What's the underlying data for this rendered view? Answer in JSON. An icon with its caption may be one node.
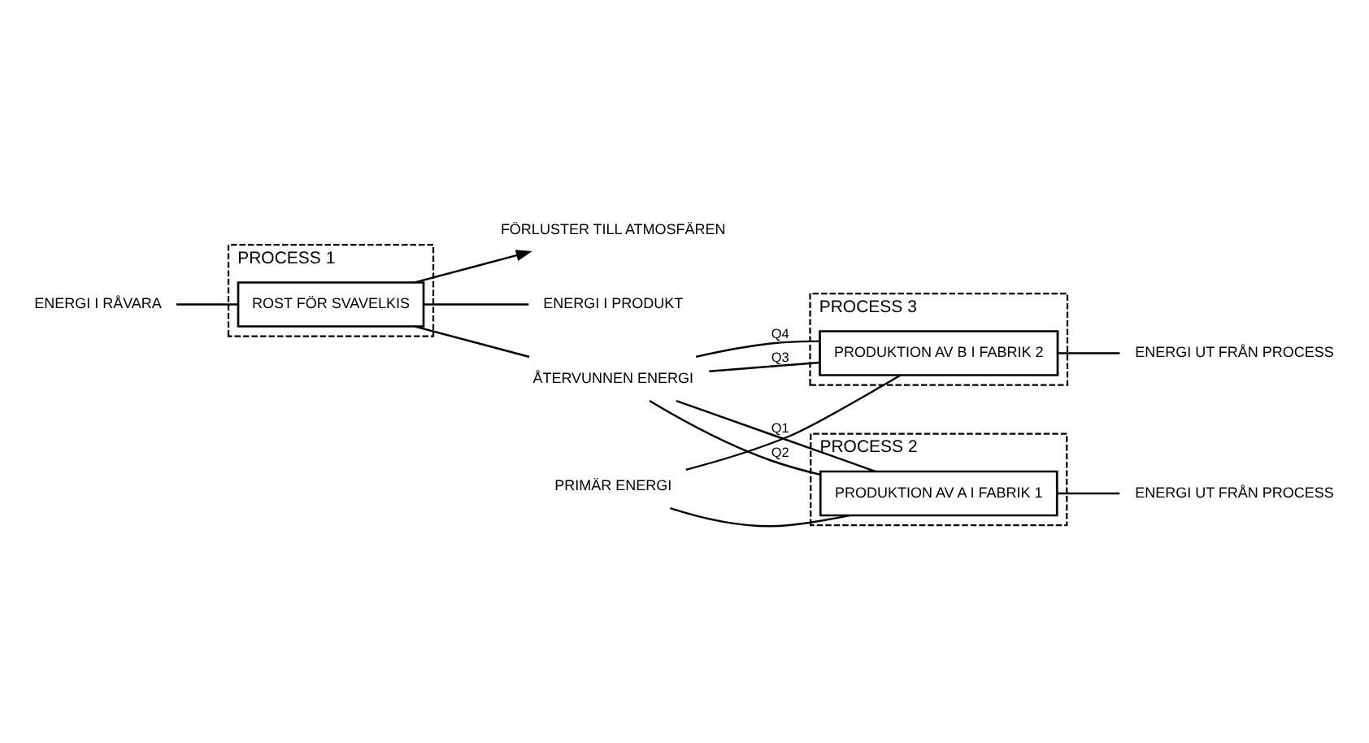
{
  "diagram": {
    "nodes": [
      {
        "text": [
          "PROCESS 1"
        ]
      },
      {
        "text": [
          "ROST FÖR SVAVELKIS"
        ],
        "in": 0
      },
      {
        "text": [
          "ENERGI I RÅVARA"
        ]
      },
      {
        "text": [
          "FÖRLUSTER TILL ATMOSFÄREN"
        ]
      },
      {
        "text": [
          "ENERGI I PRODUKT"
        ]
      },
      {
        "text": [
          "ÅTERVUNNEN ENERGI"
        ]
      },
      {
        "text": [
          "PRIMÄR ENERGI"
        ]
      },
      {
        "text": [
          "PROCESS 2"
        ]
      },
      {
        "text": [
          "PRODUKTION AV A I FABRIK 1"
        ],
        "in": 7
      },
      {
        "text": [
          "PROCESS 3"
        ]
      },
      {
        "text": [
          "PRODUKTION AV B I FABRIK 2"
        ],
        "in": 9
      },
      {
        "text": [
          "ENERGI UT FRÅN PROCESS"
        ]
      },
      {
        "text": [
          "ENERGI UT FRÅN PROCESS"
        ]
      }
    ],
    "edges": [
      {
        "from": 2,
        "to": 1,
        "arrow": "none"
      },
      {
        "from": 1,
        "to": 3,
        "arrow": "to"
      },
      {
        "from": 1,
        "to": 4,
        "arrow": "none"
      },
      {
        "from": 1,
        "to": 5,
        "arrow": "none"
      },
      {
        "from": 5,
        "to": 8,
        "arrow": "none",
        "label": "Q1"
      },
      {
        "from": 5,
        "to": 8,
        "arrow": "none",
        "label": "Q2"
      },
      {
        "from": 6,
        "to": 8,
        "arrow": "none"
      },
      {
        "from": 6,
        "to": 10,
        "arrow": "none"
      },
      {
        "from": 5,
        "to": 10,
        "arrow": "none",
        "label": "Q3"
      },
      {
        "from": 5,
        "to": 10,
        "arrow": "none",
        "label": "Q4"
      },
      {
        "from": 8,
        "to": 11,
        "arrow": "none"
      },
      {
        "from": 10,
        "to": 12,
        "arrow": "none"
      }
    ]
  }
}
